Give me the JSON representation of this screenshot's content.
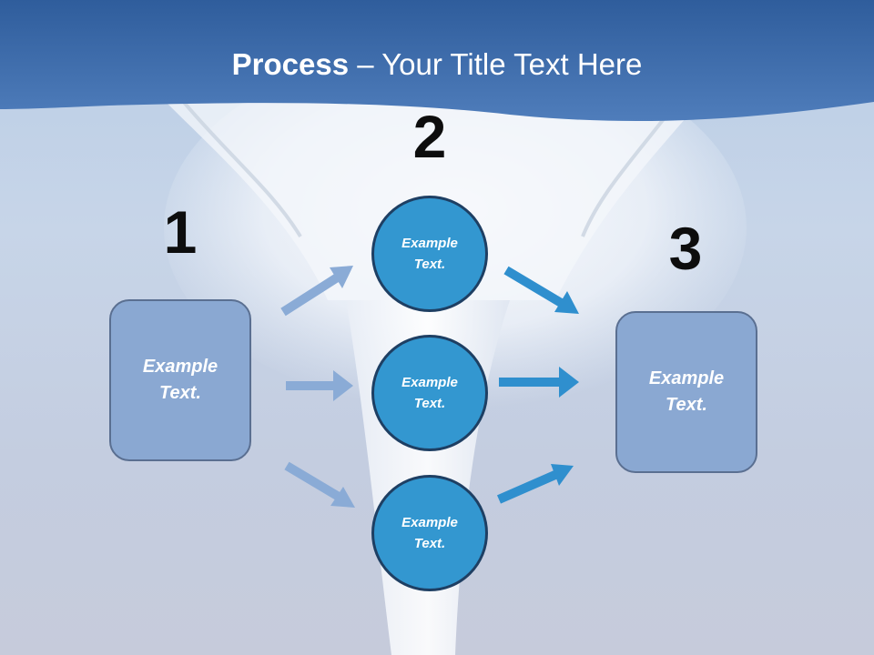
{
  "slide": {
    "title_bold": "Process",
    "title_rest": " – Your Title Text Here",
    "steps": [
      {
        "number": "1",
        "label_line1": "Example",
        "label_line2": "Text."
      },
      {
        "number": "2",
        "label_line1": "Example",
        "label_line2": "Text."
      },
      {
        "number": "3",
        "label_line1": "Example",
        "label_line2": "Text."
      }
    ],
    "circles": [
      {
        "label_line1": "Example",
        "label_line2": "Text."
      },
      {
        "label_line1": "Example",
        "label_line2": "Text."
      },
      {
        "label_line1": "Example",
        "label_line2": "Text."
      }
    ]
  },
  "colors": {
    "header_blue": "#3f6fae",
    "box_fill": "#8aa8d2",
    "circle_fill": "#3397d0",
    "arrow_light": "#8aabd6",
    "arrow_dark": "#2f8fce"
  }
}
